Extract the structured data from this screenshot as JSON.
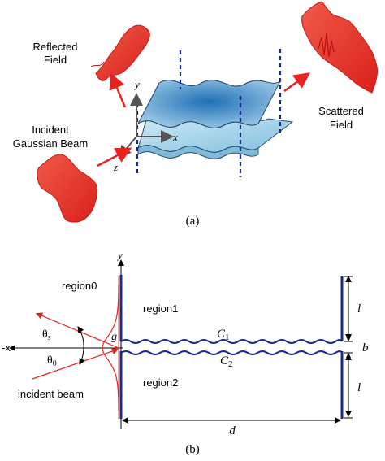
{
  "panel_a": {
    "label": "(a)",
    "reflected": [
      "Reflected",
      "Field"
    ],
    "scattered": [
      "Scattered",
      "Field"
    ],
    "incident": [
      "Incident",
      "Gaussian Beam"
    ],
    "axis_x": "x",
    "axis_y": "y",
    "axis_z": "z"
  },
  "panel_b": {
    "label": "(b)",
    "axis_y": "y",
    "axis_negx": "-x",
    "region0": "region0",
    "region1": "region1",
    "region2": "region2",
    "g": "g",
    "c1": "C",
    "c1_sub": "1",
    "c2": "C",
    "c2_sub": "2",
    "theta_s": "θ",
    "theta_s_sub": "s",
    "theta_0": "θ",
    "theta_0_sub": "0",
    "incident_beam": "incident beam",
    "l_top": "l",
    "b": "b",
    "l_bottom": "l",
    "d": "d"
  },
  "colors": {
    "red": "#e8231f",
    "navy": "#1a2a8c",
    "plate_top": "#2f7fc1",
    "plate_bottom": "#9fd3e8"
  }
}
